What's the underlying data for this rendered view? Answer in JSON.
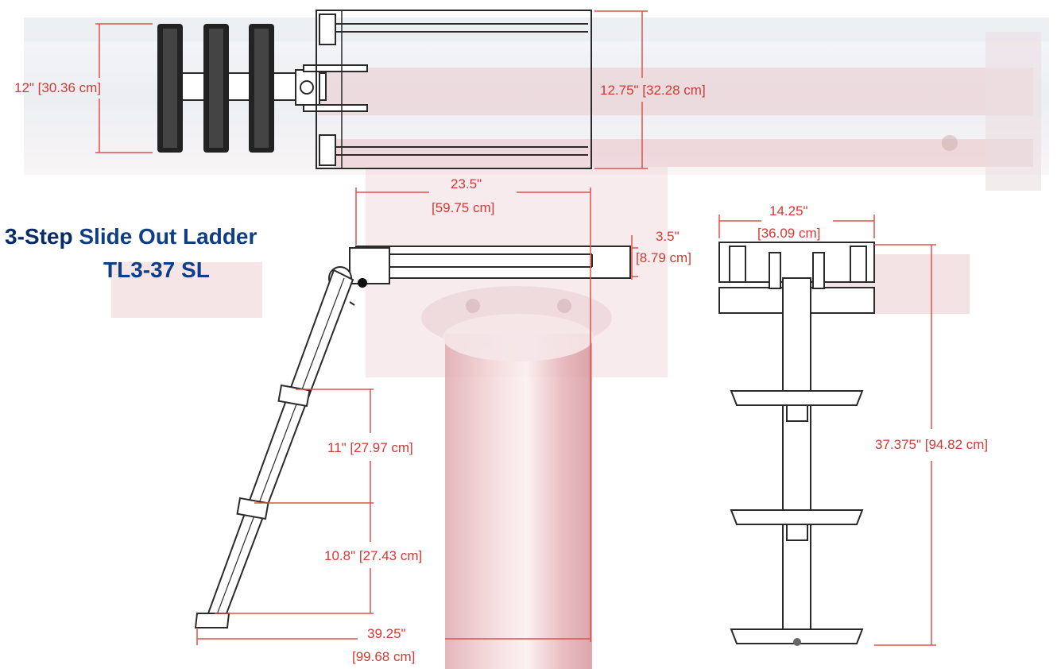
{
  "title": {
    "line1_prefix": "3-Step",
    "line1_rest": " Slide Out Ladder",
    "line2": "TL3-37 SL"
  },
  "dimensions": {
    "step_width": "12\" [30.36 cm]",
    "mount_height": "12.75\" [32.28 cm]",
    "mount_length_in": "23.5\"",
    "mount_length_cm": "[59.75 cm]",
    "mount_depth_in": "3.5\"",
    "mount_depth_cm": "[8.79 cm]",
    "front_width_in": "14.25\"",
    "front_width_cm": "[36.09 cm]",
    "step_spacing_1": "11\" [27.97 cm]",
    "step_spacing_2": "10.8\" [27.43 cm]",
    "reach_in": "39.25\"",
    "reach_cm": "[99.68 cm]",
    "overall_length": "37.375\" [94.82 cm]"
  },
  "colors": {
    "dimension_text": "#d23a33",
    "title_blue": "#0e3f86",
    "title_dark": "#062b66",
    "background_boat_tint": "#e9b8bb",
    "line_art": "#2a2a2a"
  }
}
